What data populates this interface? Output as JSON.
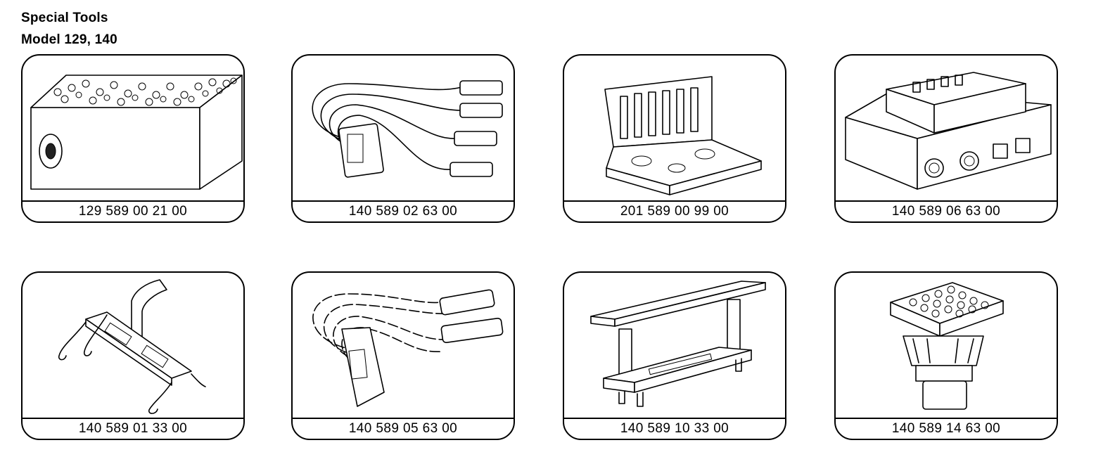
{
  "header": {
    "title": "Special Tools",
    "subtitle": "Model 129, 140"
  },
  "tools": [
    {
      "part_number": "129 589 00 21 00",
      "icon": "pin-box-adapter"
    },
    {
      "part_number": "140 589 02 63 00",
      "icon": "four-lead-test-cable"
    },
    {
      "part_number": "201 589 00 99 00",
      "icon": "contact-tool-case"
    },
    {
      "part_number": "140 589 06 63 00",
      "icon": "test-socket-box"
    },
    {
      "part_number": "140 589 01 33 00",
      "icon": "puller-fork"
    },
    {
      "part_number": "140 589 05 63 00",
      "icon": "two-lead-test-cable"
    },
    {
      "part_number": "140 589 10 33 00",
      "icon": "bridge-fixture"
    },
    {
      "part_number": "140 589 14 63 00",
      "icon": "connector-adapter"
    }
  ]
}
